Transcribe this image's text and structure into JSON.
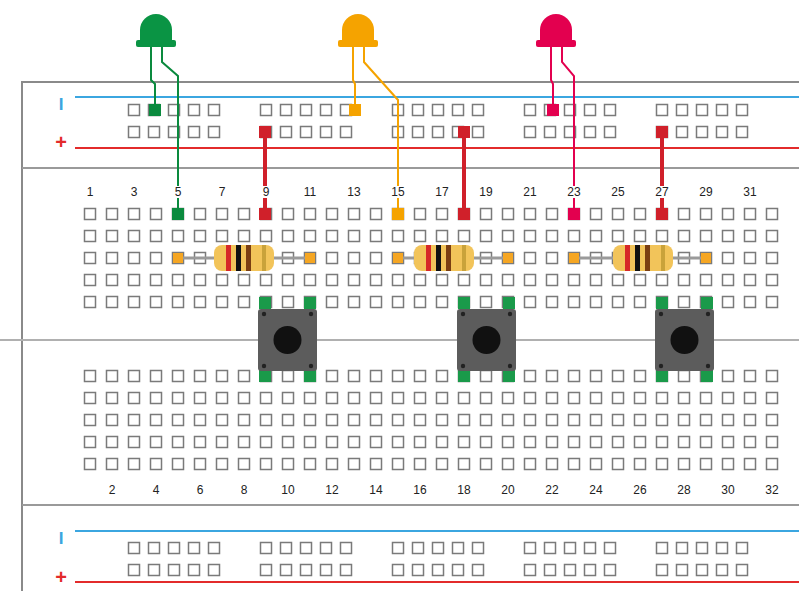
{
  "diagram": {
    "labels": [
      "I",
      "+",
      "1",
      "3",
      "5",
      "7",
      "9",
      "11",
      "13",
      "15",
      "17",
      "19",
      "21",
      "23",
      "25",
      "27",
      "29",
      "31",
      "2",
      "4",
      "6",
      "8",
      "10",
      "12",
      "14",
      "16",
      "18",
      "20",
      "22",
      "24",
      "26",
      "28",
      "30",
      "32",
      "I",
      "+"
    ]
  }
}
